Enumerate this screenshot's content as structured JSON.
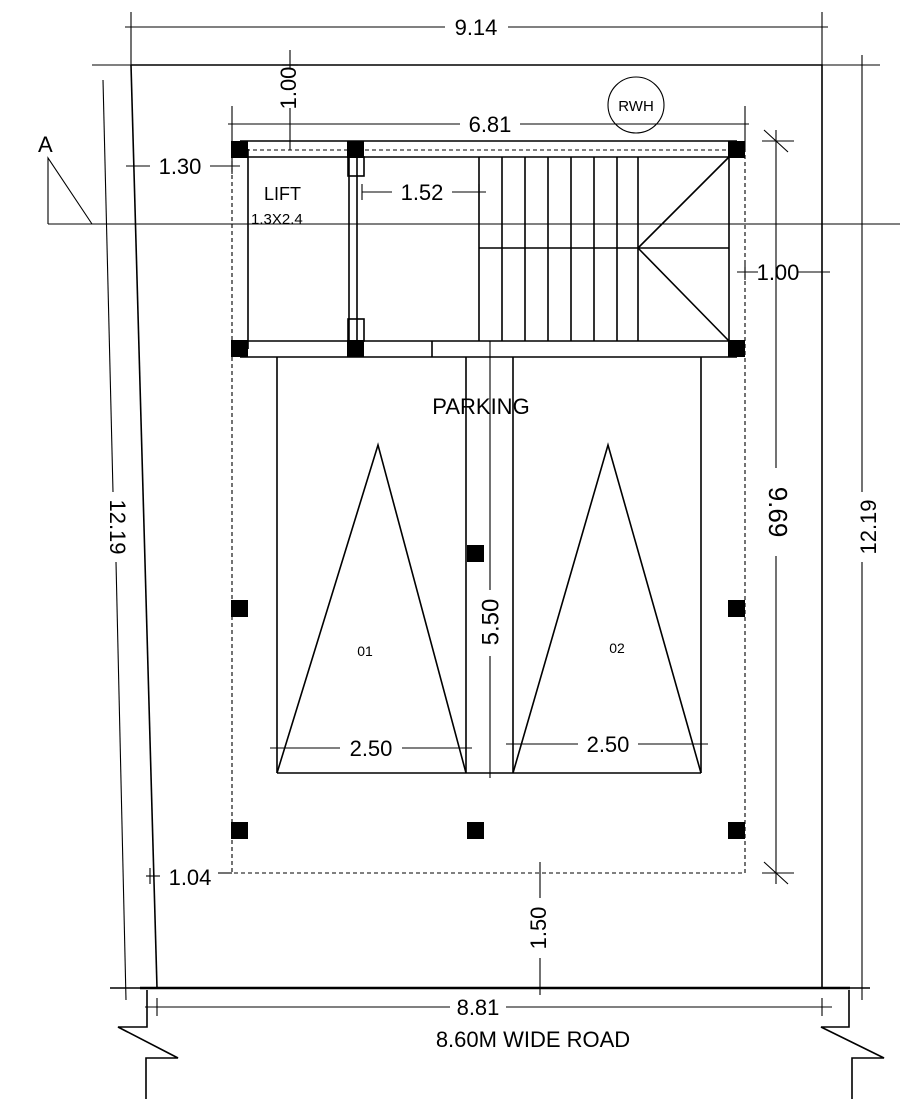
{
  "dimensions": {
    "top_width": "9.14",
    "building_width": "6.81",
    "top_setback": "1.00",
    "left_setback_top": "1.30",
    "lift_to_stair": "1.52",
    "right_setback": "1.00",
    "left_depth": "12.19",
    "right_depth": "12.19",
    "building_depth": "9.69",
    "parking_depth": "5.50",
    "bay1_width": "2.50",
    "bay2_width": "2.50",
    "left_setback_bottom": "1.04",
    "front_setback": "1.50",
    "bottom_width": "8.81"
  },
  "labels": {
    "rwh": "RWH",
    "section_marker": "A",
    "lift": "LIFT",
    "lift_size": "1.3X2.4",
    "parking": "PARKING",
    "bay1": "01",
    "bay2": "02",
    "road": "8.60M WIDE ROAD"
  }
}
